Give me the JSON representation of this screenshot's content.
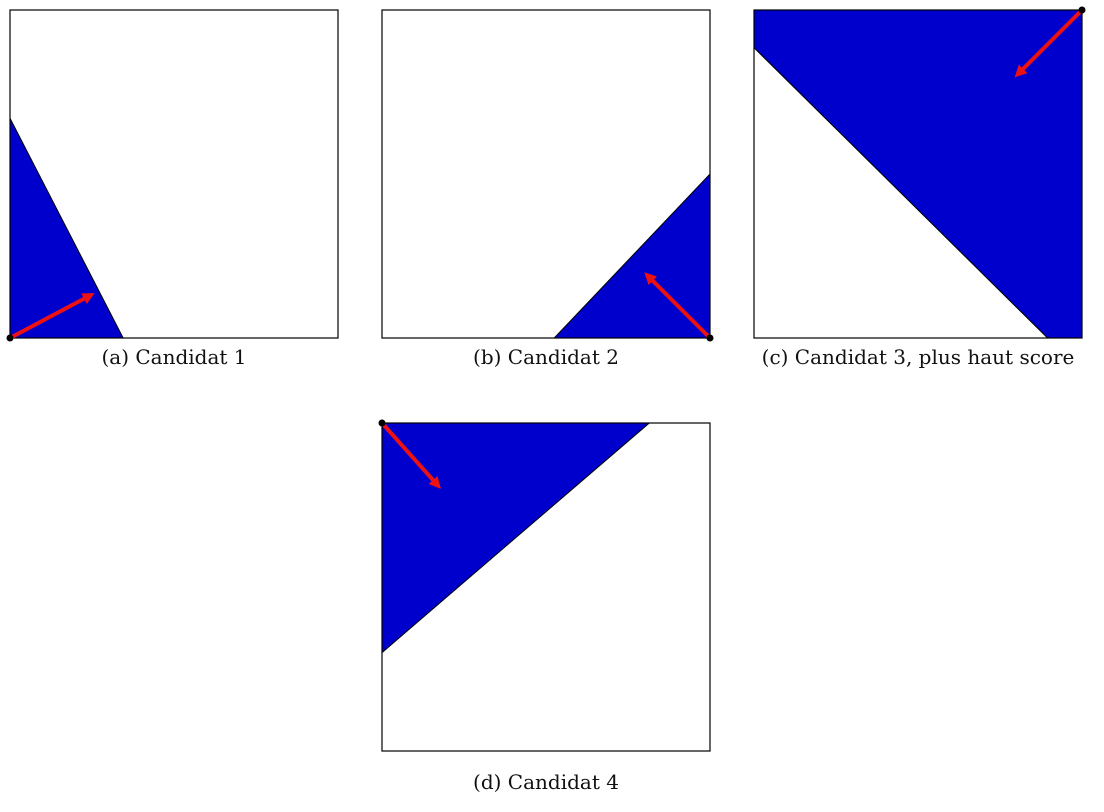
{
  "colors": {
    "region": "#0000cc",
    "arrow": "#ee1111",
    "point": "#000000",
    "frame": "#000000",
    "background": "#ffffff"
  },
  "panels": [
    {
      "caption": "(a) Candidat 1",
      "region": [
        [
          0,
          0
        ],
        [
          0,
          0.67
        ],
        [
          0.345,
          0
        ]
      ],
      "vertex": [
        0,
        0
      ],
      "arrow_tip": [
        0.245,
        0.13
      ]
    },
    {
      "caption": "(b) Candidat 2",
      "region": [
        [
          0.525,
          0
        ],
        [
          1,
          0
        ],
        [
          1,
          0.5
        ]
      ],
      "vertex": [
        1,
        0
      ],
      "arrow_tip": [
        0.81,
        0.19
      ]
    },
    {
      "caption": "(c) Candidat 3, plus haut score",
      "region": [
        [
          0,
          1
        ],
        [
          1,
          1
        ],
        [
          1,
          0
        ],
        [
          0.895,
          0
        ],
        [
          0,
          0.885
        ]
      ],
      "vertex": [
        1,
        1
      ],
      "arrow_tip": [
        0.805,
        0.805
      ]
    },
    {
      "caption": "(d) Candidat 4",
      "region": [
        [
          0,
          1
        ],
        [
          0.815,
          1
        ],
        [
          0,
          0.3
        ]
      ],
      "vertex": [
        0,
        1
      ],
      "arrow_tip": [
        0.17,
        0.81
      ]
    }
  ]
}
